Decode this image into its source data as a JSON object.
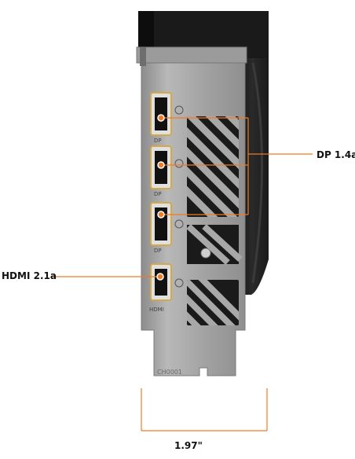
{
  "callouts": {
    "dp_label": "DP 1.4a",
    "hdmi_label": "HDMI 2.1a",
    "width_label": "1.97\""
  },
  "colors": {
    "accent_orange": "#f07a25",
    "bracket_silver": "#a9a9a9",
    "card_body": "#1b1b1b"
  }
}
